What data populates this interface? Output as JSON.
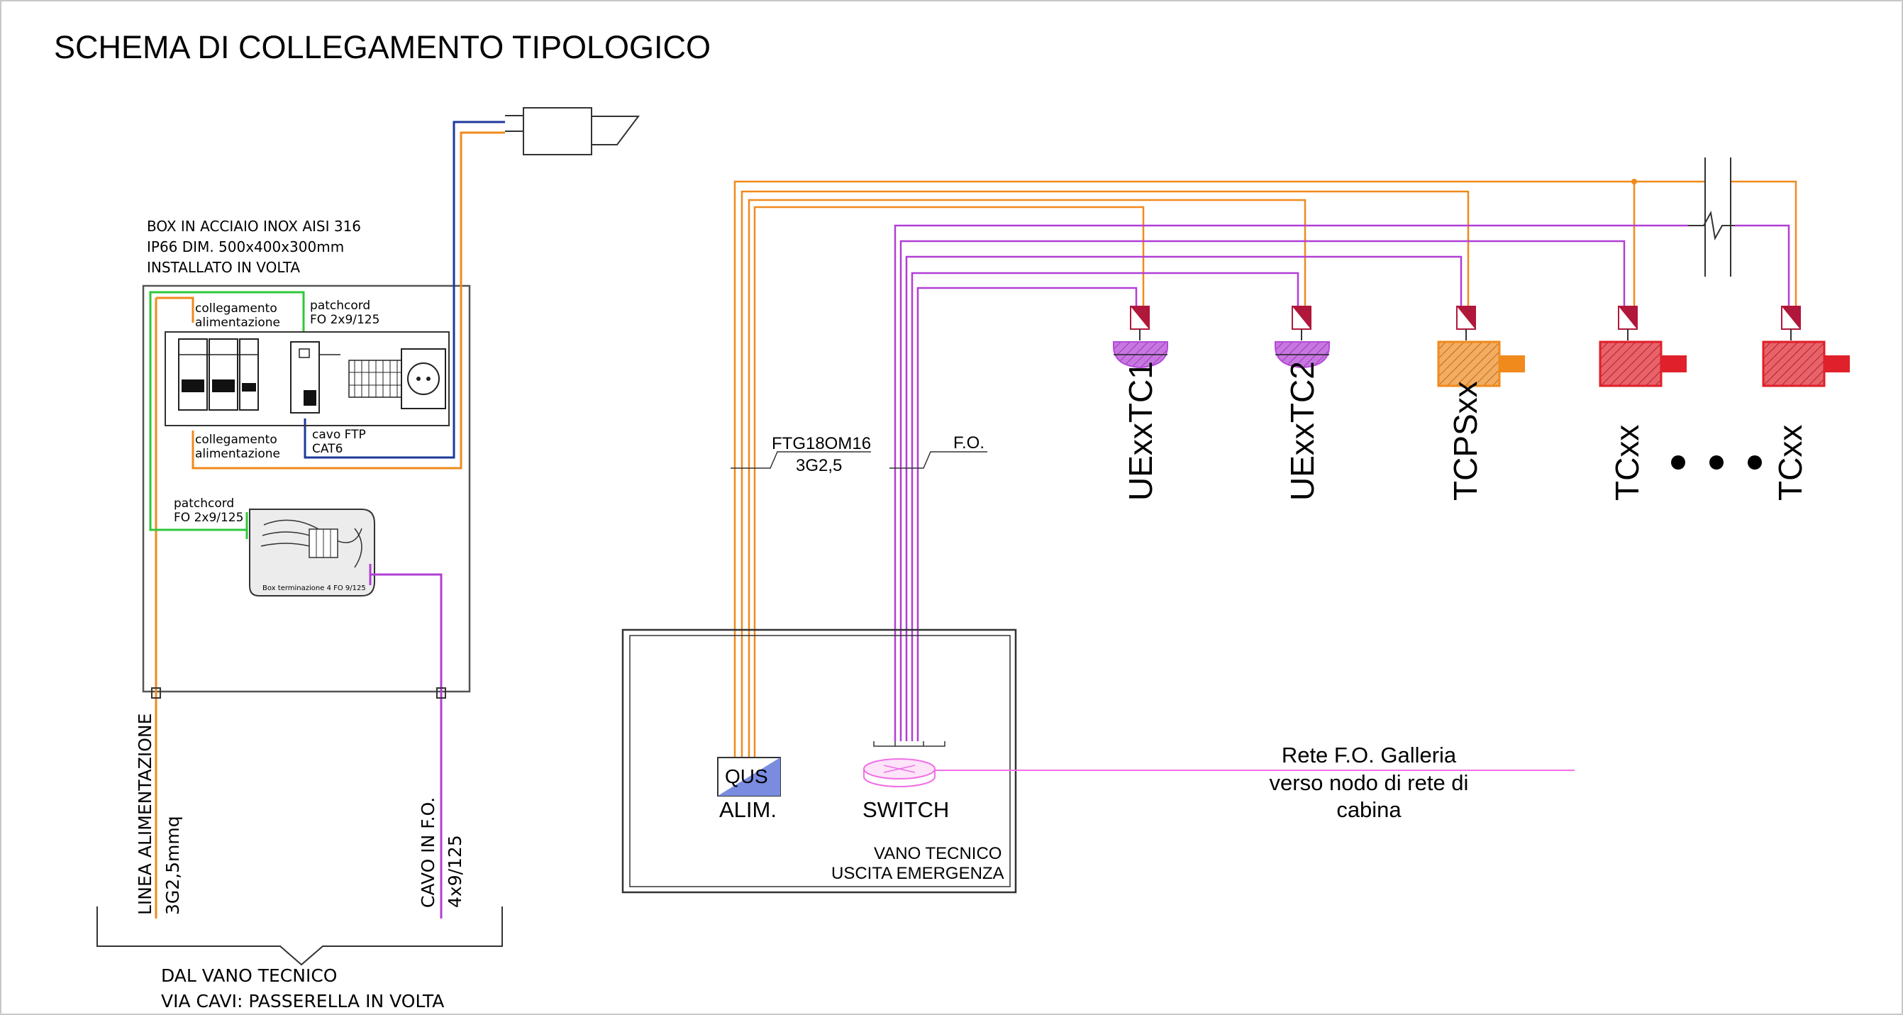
{
  "title": "SCHEMA DI COLLEGAMENTO TIPOLOGICO",
  "colors": {
    "power": "#f08a1c",
    "fiber": "#b13fd6",
    "patchcord": "#2ec83a",
    "ftp": "#1c3a9a",
    "device_head": "#b0173a",
    "dome": "#b54ad8",
    "ptz": "#f08a1c",
    "thermal": "#e0202a",
    "qus": "#7a8ce0",
    "switch": "#f070e6"
  },
  "box": {
    "description": [
      "BOX IN ACCIAIO INOX AISI 316",
      "IP66 DIM. 500x400x300mm",
      "INSTALLATO IN VOLTA"
    ],
    "labels": {
      "power_link_top": [
        "collegamento",
        "alimentazione"
      ],
      "patchcord_top": [
        "patchcord",
        "FO  2x9/125"
      ],
      "power_link_bottom": [
        "collegamento",
        "alimentazione"
      ],
      "ftp_cable": [
        "cavo  FTP",
        "CAT6"
      ],
      "patchcord_left": [
        "patchcord",
        "FO  2x9/125"
      ],
      "termination_box": "Box terminazione 4 FO 9/125"
    }
  },
  "cables": {
    "power_line": [
      "LINEA  ALIMENTAZIONE",
      "3G2,5mmq"
    ],
    "fiber_cable": [
      "CAVO  IN  F.O.",
      "4x9/125"
    ],
    "origin": [
      "DAL  VANO  TECNICO",
      "VIA  CAVI:  PASSERELLA  IN  VOLTA"
    ]
  },
  "bus_labels": {
    "power": [
      "FTG18OM16",
      "3G2,5"
    ],
    "fiber": "F.O."
  },
  "devices": [
    {
      "name": "UExxTC1",
      "type": "dome"
    },
    {
      "name": "UExxTC2",
      "type": "dome"
    },
    {
      "name": "TCPSxx",
      "type": "ptz"
    },
    {
      "name": "TCxx",
      "type": "thermal"
    },
    {
      "name": "TCxx",
      "type": "thermal"
    }
  ],
  "technical_room": {
    "qus_label": "QUS",
    "alim_label": "ALIM.",
    "switch_label": "SWITCH",
    "room_label": [
      "VANO TECNICO",
      "USCITA EMERGENZA"
    ]
  },
  "network": {
    "label": [
      "Rete F.O. Galleria",
      "verso nodo di rete di",
      "cabina"
    ]
  }
}
